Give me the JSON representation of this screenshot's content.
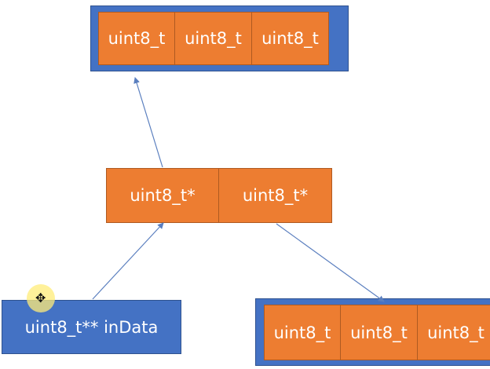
{
  "top_array": {
    "cells": [
      "uint8_t",
      "uint8_t",
      "uint8_t"
    ]
  },
  "pointer_array": {
    "cells": [
      "uint8_t*",
      "uint8_t*"
    ]
  },
  "bottom_array": {
    "cells": [
      "uint8_t",
      "uint8_t",
      "uint8_t"
    ]
  },
  "source_variable": {
    "label": "uint8_t** inData"
  },
  "colors": {
    "blue": "#4472c4",
    "orange": "#ed7d31",
    "arrow": "#5b7fbf"
  },
  "cursor": {
    "icon": "move-cursor-icon"
  }
}
